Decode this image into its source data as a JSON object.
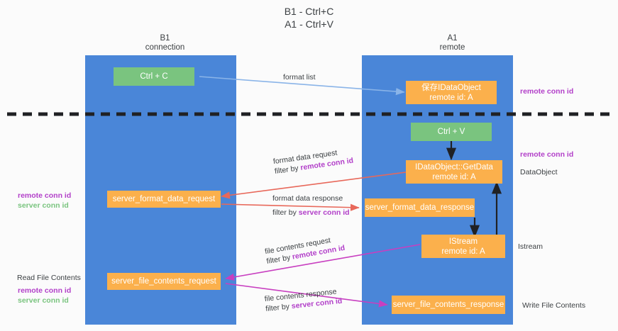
{
  "title": {
    "line1": "B1 - Ctrl+C",
    "line2": "A1 - Ctrl+V"
  },
  "columns": [
    {
      "name": "B1",
      "role": "connection"
    },
    {
      "name": "A1",
      "role": "remote"
    }
  ],
  "colors": {
    "lane": "#4a86d8",
    "node_orange": "#fbb04c",
    "node_green": "#7ac47f",
    "highlight_purple": "#b23fc9",
    "highlight_green": "#7ac47f",
    "arrow_blue": "#8ab4e8",
    "arrow_red": "#e8685a",
    "arrow_magenta": "#c83fc0",
    "arrow_black": "#202124",
    "divider": "#202124",
    "background": "#fbfbfb",
    "text": "#3c4043"
  },
  "nodes": {
    "ctrl_c": {
      "line1": "Ctrl + C"
    },
    "save_dataobject": {
      "line1": "保存IDataObject",
      "line2": "remote id: A"
    },
    "ctrl_v": {
      "line1": "Ctrl + V"
    },
    "getdata": {
      "line1": "IDataObject::GetData",
      "line2": "remote id: A"
    },
    "server_format_data_request": {
      "line1": "server_format_data_request"
    },
    "server_format_data_response": {
      "line1": "server_format_data_response"
    },
    "istream": {
      "line1": "IStream",
      "line2": "remote id: A"
    },
    "server_file_contents_request": {
      "line1": "server_file_contents_request"
    },
    "server_file_contents_response": {
      "line1": "server_file_contents_response"
    }
  },
  "edges": {
    "format_list": {
      "text": "format list"
    },
    "format_data_request": {
      "line1": "format data request",
      "filter_prefix": "filter by ",
      "filter_value": "remote conn id"
    },
    "format_data_response": {
      "line1": "format data response",
      "filter_prefix": "filter by ",
      "filter_value": "server conn id"
    },
    "file_contents_request": {
      "line1": "file contents request",
      "filter_prefix": "filter by ",
      "filter_value": "remote conn id"
    },
    "file_contents_response": {
      "line1": "file contents response",
      "filter_prefix": "filter by ",
      "filter_value": "server conn id"
    }
  },
  "side_labels": {
    "right_remote_conn_id_top": "remote conn id",
    "right_remote_conn_id_mid": "remote conn id",
    "right_dataobject": "DataObject",
    "right_istream": "Istream",
    "right_write_file_contents": "Write File Contents",
    "left_remote_conn_id_mid": "remote conn id",
    "left_server_conn_id_mid": "server conn id",
    "left_read_file_contents": "Read File Contents",
    "left_remote_conn_id_bot": "remote conn id",
    "left_server_conn_id_bot": "server conn id"
  }
}
